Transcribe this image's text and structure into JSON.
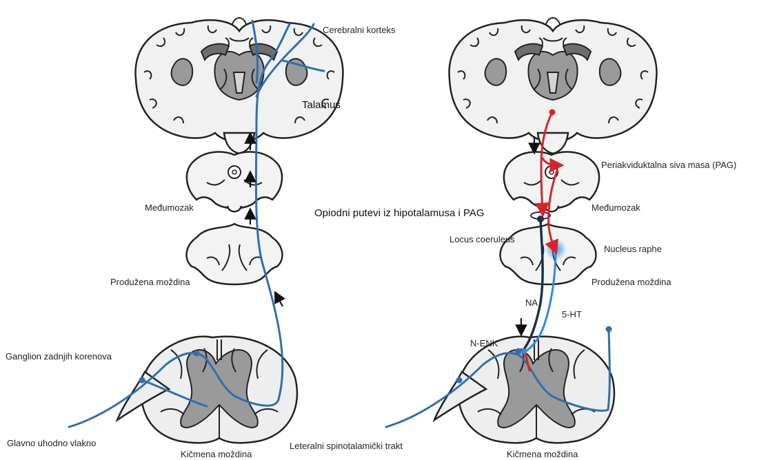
{
  "labels": {
    "cerebral_cortex": "Cerebralni korteks",
    "thalamus": "Talamus",
    "midbrain_left": "Međumozak",
    "medulla_left": "Produžena moždina",
    "dorsal_root_ganglion": "Ganglion zadnjih korenova",
    "primary_afferent": "Glavno uhodno vlakno",
    "spinal_cord_left": "Kičmena moždina",
    "lateral_spinothalamic": "Leteralni spinotalamički trakt",
    "opioid_paths": "Opiodni putevi iz hipotalamusa i PAG",
    "pag": "Periakviduktalna siva masa (PAG)",
    "midbrain_right": "Međumozak",
    "locus_coeruleus": "Locus coeruleus",
    "nucleus_raphe": "Nucleus raphe",
    "medulla_right": "Produžena moždina",
    "na": "NA",
    "serotonin": "5-HT",
    "nenk": "N-ENK",
    "spinal_cord_right": "Kičmena moždina"
  },
  "colors": {
    "ascending_pathway": "#2f6fae",
    "serotonergic": "#2a8de0",
    "noradrenergic": "#1f2f48",
    "opioid": "#d9232a"
  }
}
